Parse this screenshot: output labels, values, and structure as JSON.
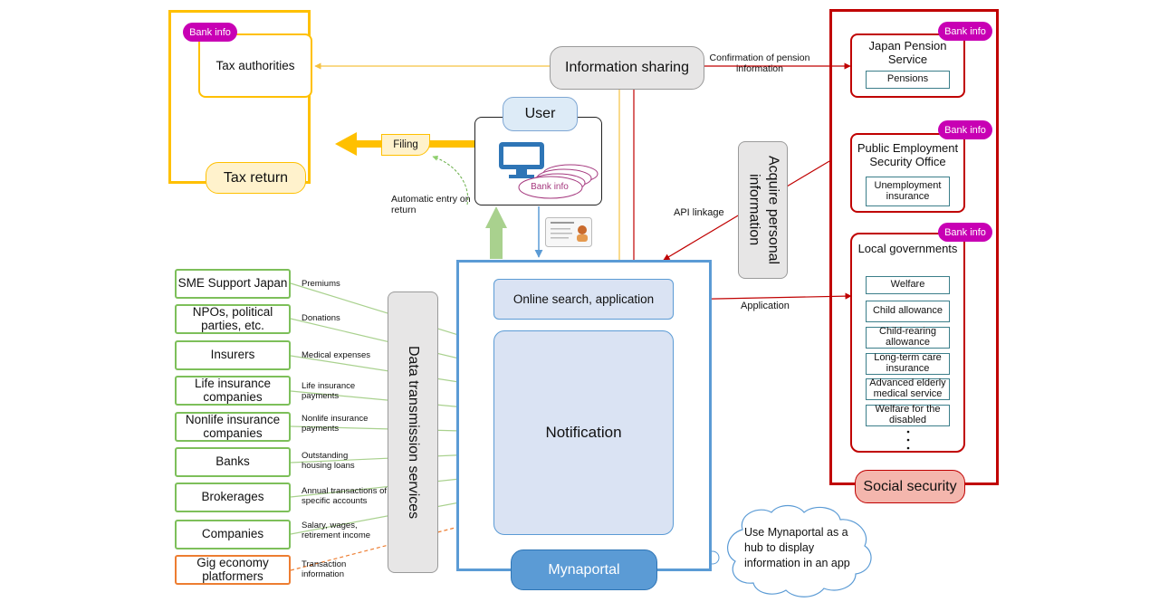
{
  "tax": {
    "badge": "Bank info",
    "authorities": "Tax authorities",
    "filing": "Filing",
    "tax_return": "Tax return",
    "auto_entry": "Automatic entry on return"
  },
  "info_sharing": {
    "label": "Information sharing",
    "pension_confirm": "Confirmation of pension information"
  },
  "user": {
    "label": "User",
    "bank_info": "Bank info"
  },
  "acquire": {
    "label": "Acquire personal information",
    "api": "API linkage"
  },
  "mynaportal": {
    "online": "Online search, application",
    "notification": "Notification",
    "label": "Mynaportal",
    "application": "Application"
  },
  "data_transmission": "Data transmission services",
  "sources": [
    {
      "name": "SME Support Japan",
      "data": "Premiums"
    },
    {
      "name": "NPOs, political parties, etc.",
      "data": "Donations"
    },
    {
      "name": "Insurers",
      "data": "Medical expenses"
    },
    {
      "name": "Life insurance companies",
      "data": "Life insurance payments"
    },
    {
      "name": "Nonlife insurance companies",
      "data": "Nonlife insurance payments"
    },
    {
      "name": "Banks",
      "data": "Outstanding housing loans"
    },
    {
      "name": "Brokerages",
      "data": "Annual transactions of specific accounts"
    },
    {
      "name": "Companies",
      "data": "Salary, wages, retirement income"
    },
    {
      "name": "Gig economy platformers",
      "data": "Transaction information"
    }
  ],
  "social": {
    "label": "Social security",
    "badge": "Bank info",
    "pension_service": "Japan Pension Service",
    "pensions": "Pensions",
    "employment_office": "Public Employment Security Office",
    "unemployment": "Unemployment insurance",
    "local_gov": "Local governments",
    "welfare_items": [
      "Welfare",
      "Child allowance",
      "Child-rearing allowance",
      "Long-term care insurance",
      "Advanced elderly medical service",
      "Welfare for the disabled"
    ]
  },
  "cloud_note": "Use Mynaportal as a hub to display information in an app"
}
